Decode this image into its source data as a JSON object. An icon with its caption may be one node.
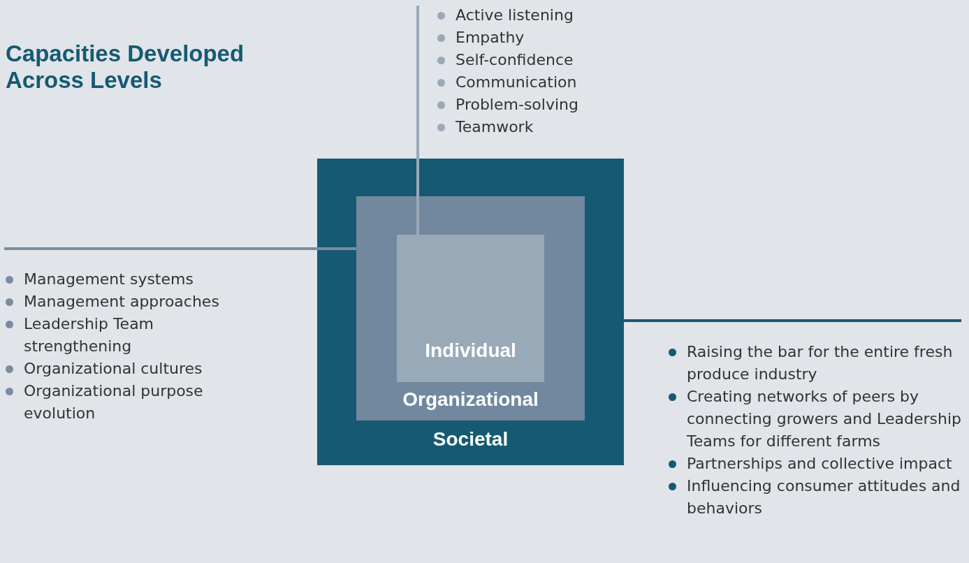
{
  "diagram": {
    "title": "Capacities Developed Across Levels",
    "nodes": [
      {
        "text": [
          "Societal"
        ]
      },
      {
        "text": [
          "Organizational"
        ],
        "in": 0
      },
      {
        "text": [
          "Individual"
        ],
        "in": 1
      },
      {
        "text": [
          "Active listening",
          "Empathy",
          "Self-confidence",
          "Communication",
          "Problem-solving",
          "Teamwork"
        ]
      },
      {
        "text": [
          "Management systems",
          "Management approaches",
          "Leadership Team strengthening",
          "Organizational cultures",
          "Organizational purpose evolution"
        ]
      },
      {
        "text": [
          "Raising the bar for the entire fresh produce industry",
          "Creating networks of peers by connecting growers and Leadership Teams for different farms",
          "Partnerships and collective impact",
          "Influencing consumer attitudes and behaviors"
        ]
      }
    ],
    "edges": [
      {
        "from": 3,
        "to": 2,
        "arrow": "none",
        "color": "#9aa9b8"
      },
      {
        "from": 4,
        "to": 1,
        "arrow": "none",
        "color": "#7a8ca0"
      },
      {
        "from": 5,
        "to": 0,
        "arrow": "none",
        "color": "#155a72"
      }
    ]
  }
}
